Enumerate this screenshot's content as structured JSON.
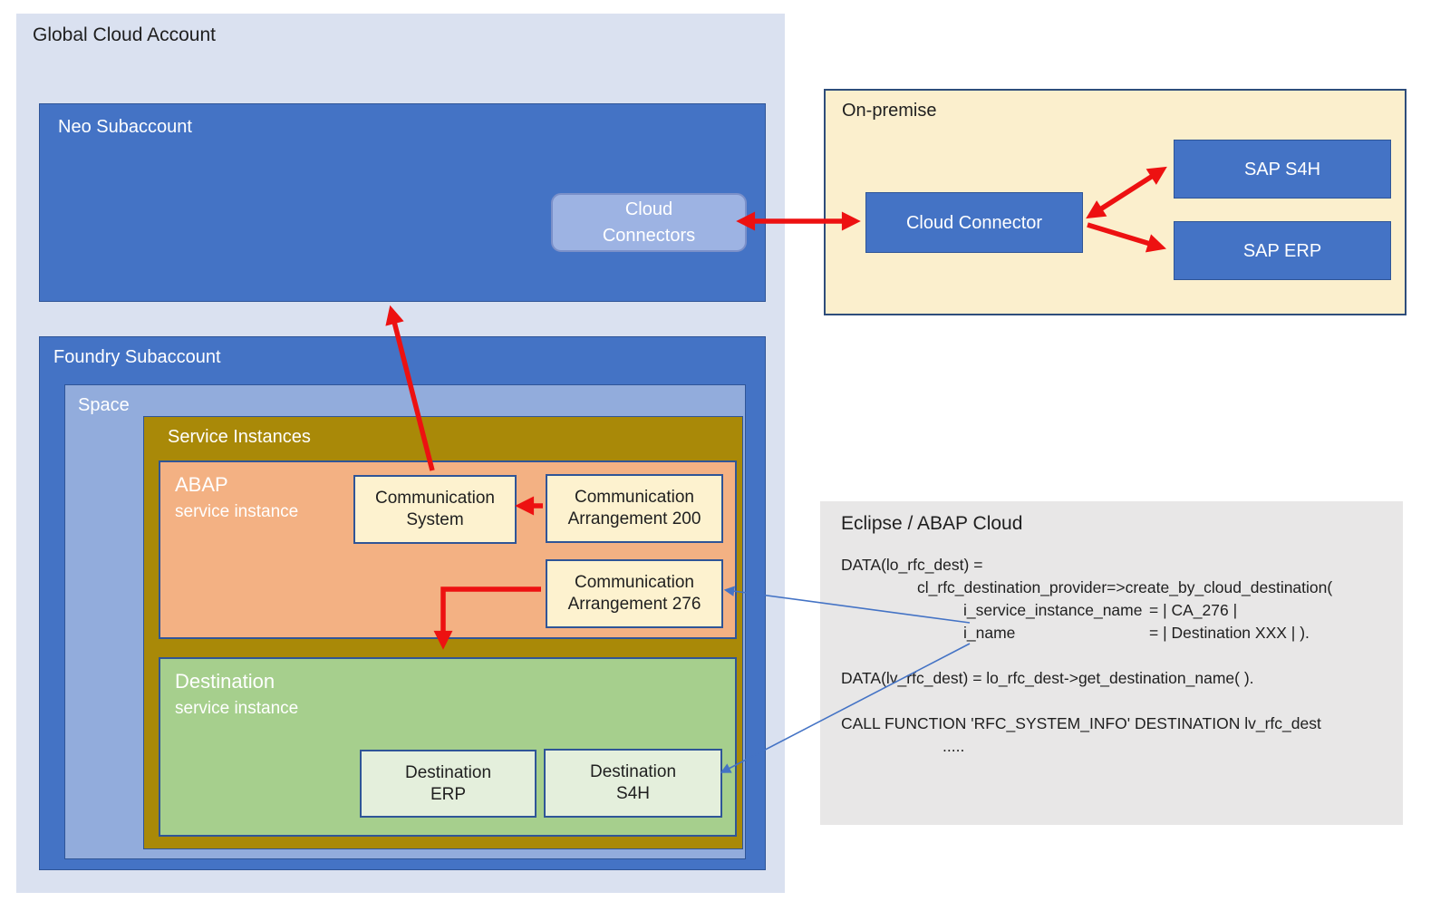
{
  "theme": {
    "page-bg": "#ffffff",
    "global-bg": "#dae1f0",
    "blue": "#4473c5",
    "blue-border": "#2f5597",
    "space-bg": "#92acdc",
    "connector-bg": "#9db3e3",
    "connector-border": "#7b90c9",
    "gold": "#a98908",
    "salmon": "#f3b183",
    "cream": "#fdf2cf",
    "onprem-bg": "#fbefcd",
    "onprem-border": "#2e4d7b",
    "green": "#a6cf8d",
    "green-light": "#e4efdc",
    "gray": "#e8e7e7",
    "red": "#ed1111",
    "code-blue": "#4473c5",
    "text-dark": "#1f1f1f",
    "text-light": "#ffffff"
  },
  "global_account": {
    "label": "Global Cloud Account"
  },
  "neo": {
    "label": "Neo Subaccount",
    "cloud_connectors": "Cloud\nConnectors"
  },
  "on_premise": {
    "label": "On-premise",
    "cloud_connector": "Cloud Connector",
    "sap_s4h": "SAP S4H",
    "sap_erp": "SAP ERP"
  },
  "foundry": {
    "label": "Foundry Subaccount",
    "space_label": "Space",
    "service_instances_label": "Service Instances",
    "abap": {
      "title": "ABAP",
      "subtitle": "service instance",
      "communication_system": "Communication\nSystem",
      "communication_arrangement_200": "Communication\nArrangement 200",
      "communication_arrangement_276": "Communication\nArrangement 276"
    },
    "destination": {
      "title": "Destination",
      "subtitle": "service instance",
      "destination_erp": "Destination\nERP",
      "destination_s4h": "Destination\nS4H"
    }
  },
  "code": {
    "title": "Eclipse / ABAP Cloud",
    "l1": "DATA(lo_rfc_dest) =",
    "l2": "cl_rfc_destination_provider=>create_by_cloud_destination(",
    "p1_name": "i_service_instance_name",
    "p1_value": "= | CA_276 |",
    "p2_name": "i_name",
    "p2_value": "= | Destination XXX |  ).",
    "l5": "DATA(lv_rfc_dest) = lo_rfc_dest->get_destination_name( ).",
    "l6": "CALL FUNCTION 'RFC_SYSTEM_INFO' DESTINATION lv_rfc_dest",
    "l7": "....."
  }
}
